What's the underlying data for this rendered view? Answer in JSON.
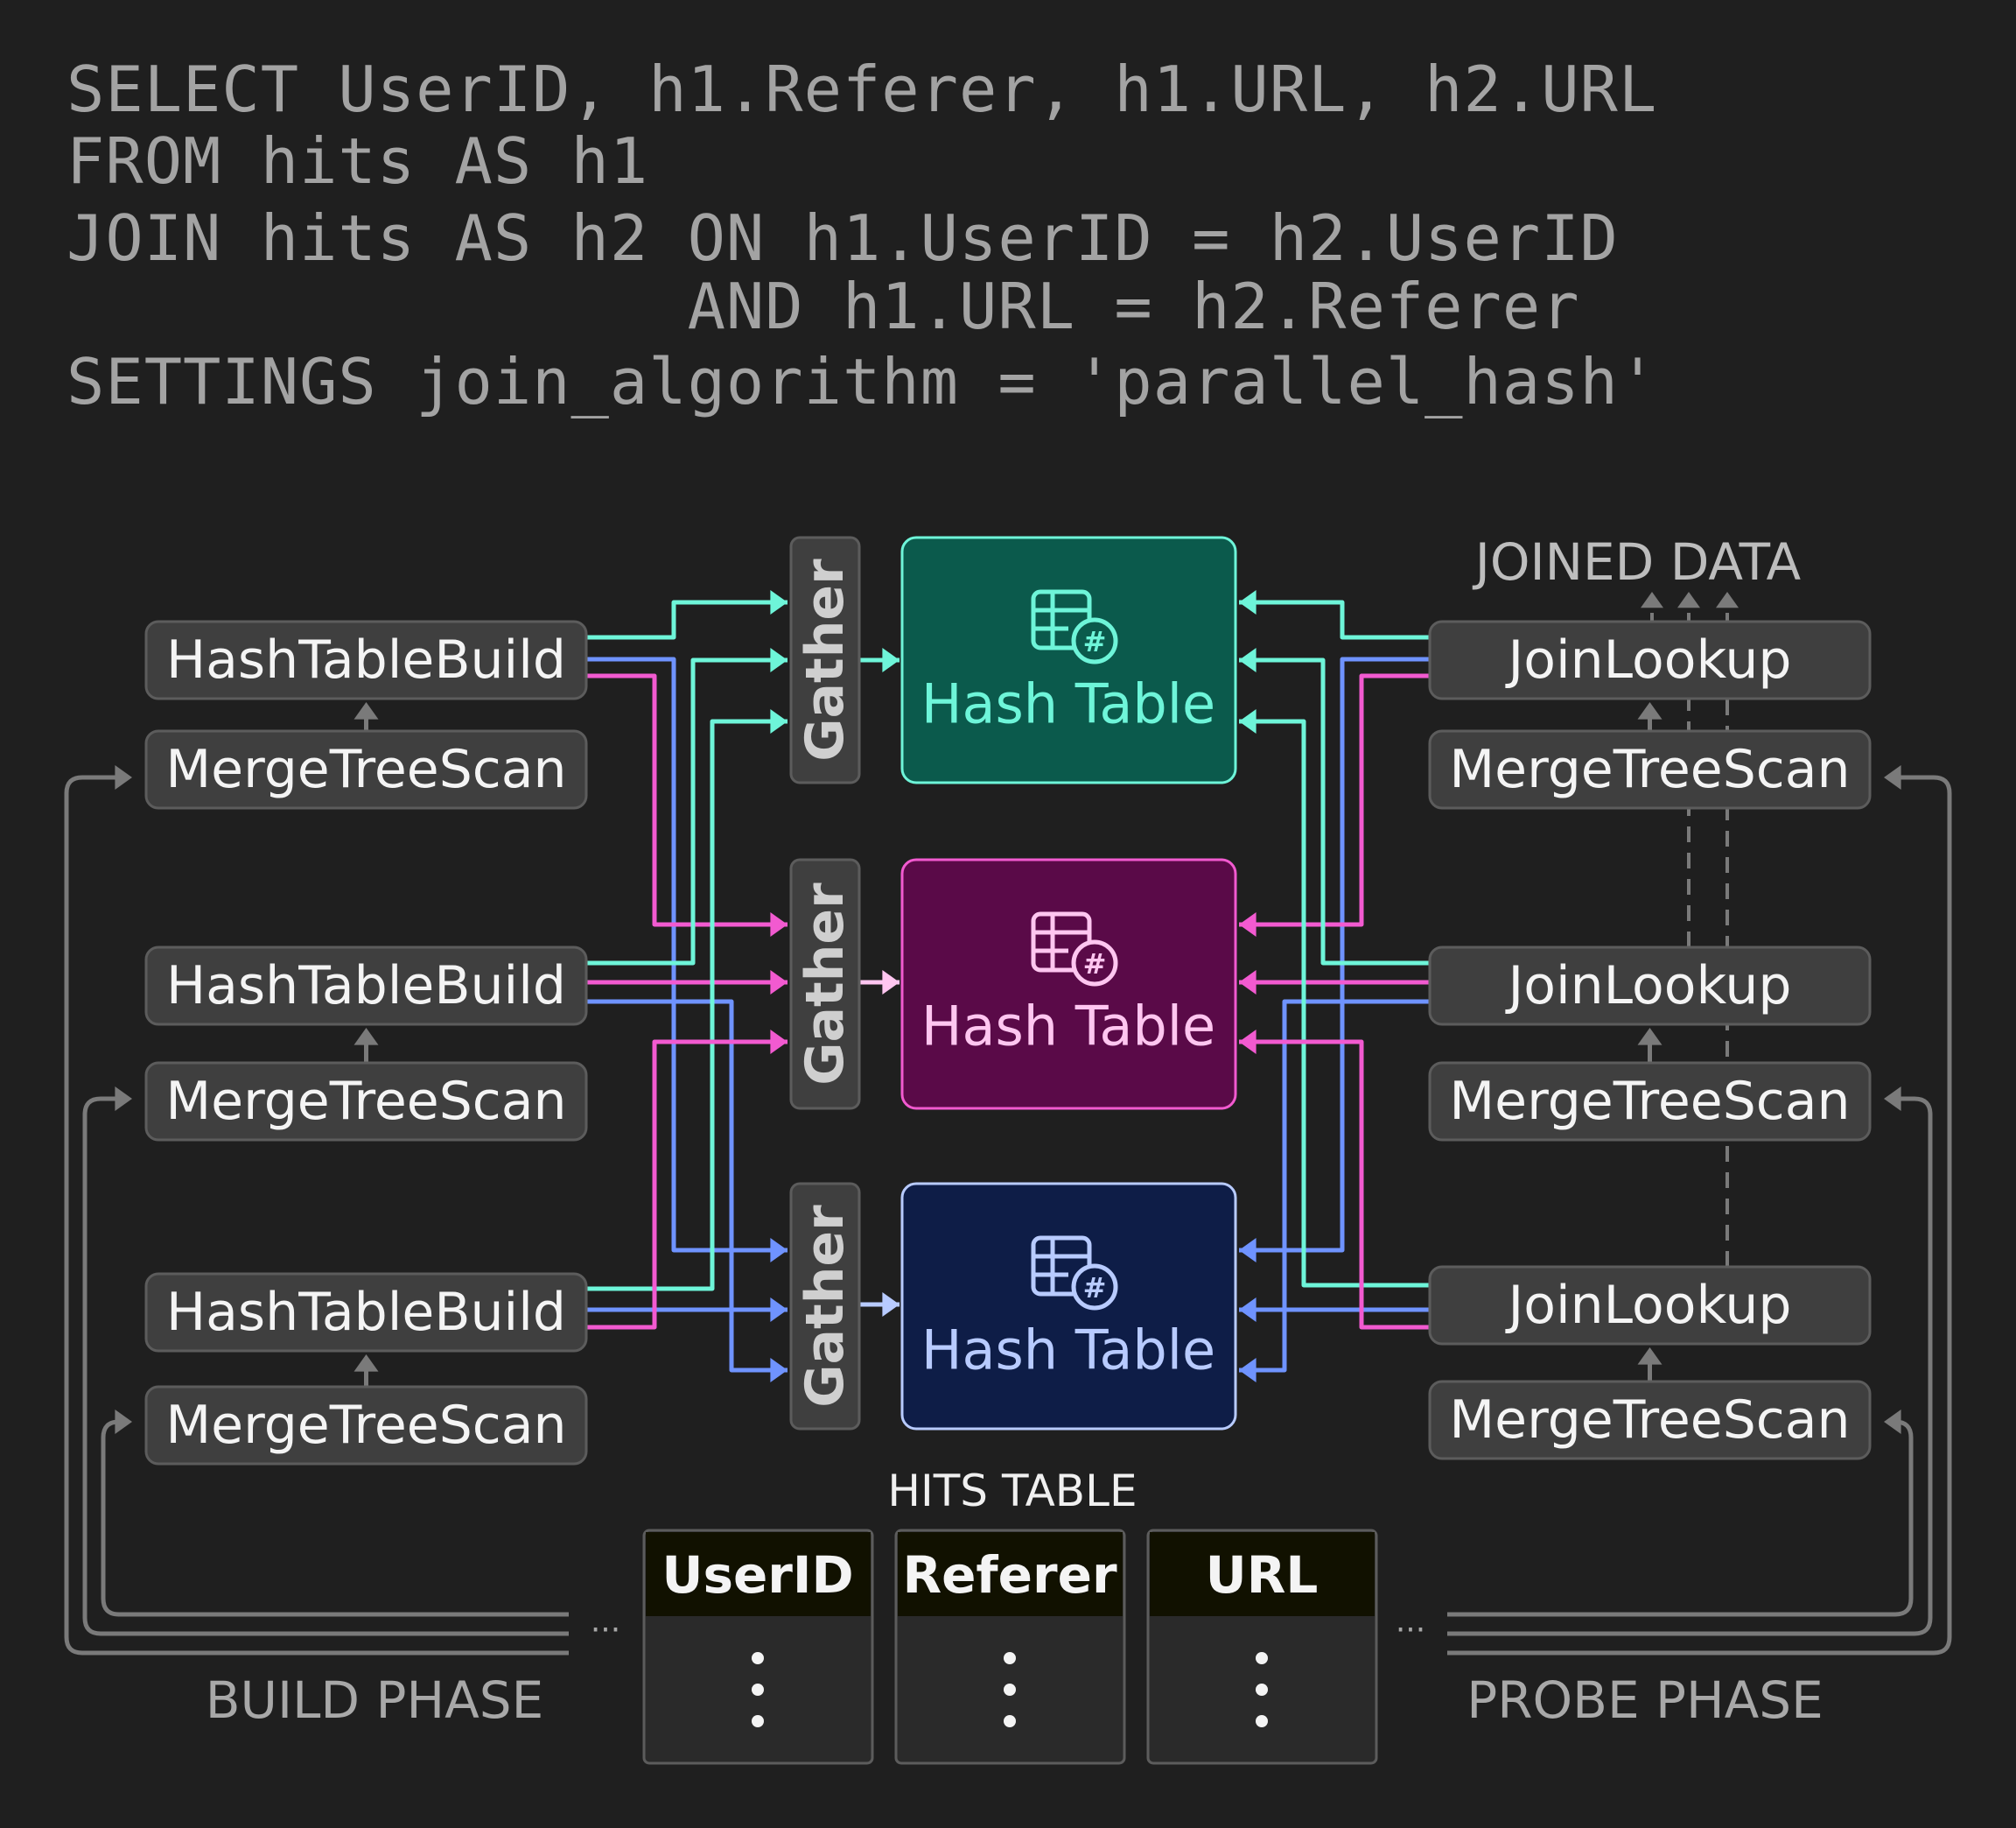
{
  "query": {
    "lines": [
      "SELECT UserID, h1.Referer, h1.URL, h2.URL",
      "FROM hits AS h1",
      "JOIN hits AS h2 ON h1.UserID = h2.UserID",
      "                AND h1.URL = h2.Referer",
      "SETTINGS join_algorithm = 'parallel_hash'"
    ]
  },
  "build": {
    "phase_label": "BUILD PHASE",
    "lanes": [
      {
        "build_label": "HashTableBuild",
        "scan_label": "MergeTreeScan"
      },
      {
        "build_label": "HashTableBuild",
        "scan_label": "MergeTreeScan"
      },
      {
        "build_label": "HashTableBuild",
        "scan_label": "MergeTreeScan"
      }
    ]
  },
  "gathers": [
    {
      "label": "Gather"
    },
    {
      "label": "Gather"
    },
    {
      "label": "Gather"
    }
  ],
  "hash_tables": [
    {
      "label": "Hash Table",
      "fill": "#0b5a4c",
      "border": "#6ef5d9",
      "text": "#6ef5d9"
    },
    {
      "label": "Hash Table",
      "fill": "#5a0a48",
      "border": "#f25ad0",
      "text": "#ffc6f0"
    },
    {
      "label": "Hash Table",
      "fill": "#0e1d47",
      "border": "#b8cbff",
      "text": "#b8cbff"
    }
  ],
  "probe": {
    "phase_label": "PROBE PHASE",
    "output_label": "JOINED DATA",
    "lanes": [
      {
        "lookup_label": "JoinLookup",
        "scan_label": "MergeTreeScan"
      },
      {
        "lookup_label": "JoinLookup",
        "scan_label": "MergeTreeScan"
      },
      {
        "lookup_label": "JoinLookup",
        "scan_label": "MergeTreeScan"
      }
    ]
  },
  "hits_table": {
    "title": "HITS TABLE",
    "columns": [
      "UserID",
      "Referer",
      "URL"
    ],
    "ellipsis_left": "···",
    "ellipsis_right": "···"
  },
  "colors": {
    "teal": "#6ef5d9",
    "pink": "#f25ad0",
    "blue": "#6f93ff",
    "node_fill": "#3f3f3f",
    "node_border": "#5c5c5c",
    "connector": "#7a7a7a",
    "background": "#1f1f1f"
  }
}
